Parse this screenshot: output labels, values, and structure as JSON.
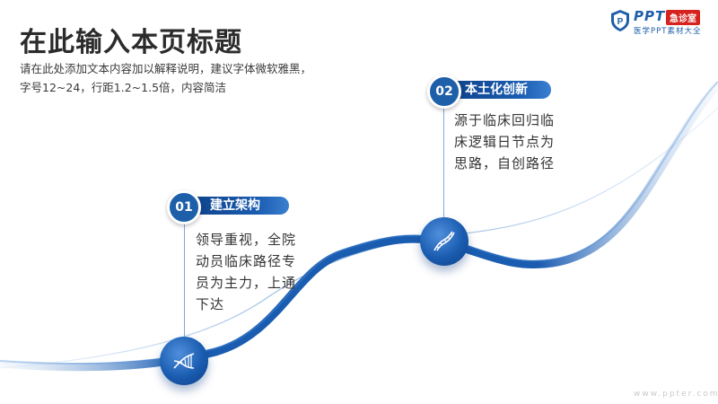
{
  "slide": {
    "title": "在此输入本页标题",
    "subtitle": "请在此处添加文本内容加以解释说明，建议字体微软雅黑，字号12~24，行距1.2~1.5倍，内容简洁"
  },
  "logo": {
    "ppt": "PPT",
    "badge": "急诊室",
    "sub": "医学PPT素材大全"
  },
  "steps": [
    {
      "number": "01",
      "label": "建立架构",
      "text": "领导重视，全院动员临床路径专员为主力，上通下达",
      "icon": "dna-icon"
    },
    {
      "number": "02",
      "label": "本土化创新",
      "text": "源于临床回归临床逻辑日节点为思路，自创路径",
      "icon": "dna-icon"
    }
  ],
  "watermark": "www.ppter.com",
  "colors": {
    "primary": "#1a5cb0",
    "dark": "#0d3f86",
    "light": "#cfe0f5",
    "badge": "#d6231f"
  }
}
